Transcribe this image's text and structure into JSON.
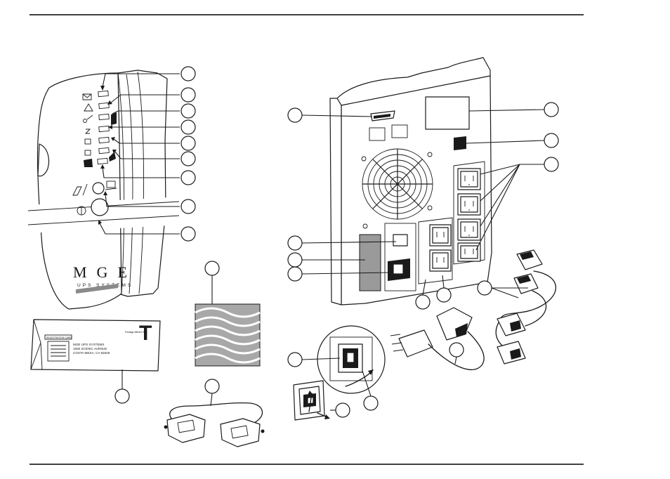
{
  "front_panel": {
    "brand": "MGE",
    "brand_subtitle": "UPS SYSTEMS"
  },
  "registration_card": {
    "tab_label": "REGISTRATION CARD",
    "address_line_1": "MGE UPS SYSTEMS",
    "address_line_2": "1660 SCENIC AVENUE",
    "address_line_3": "COSTA MESA, CA 92626",
    "postage_note": "Postage Affixed Here",
    "big_letter": "T"
  },
  "colors": {
    "ink": "#1a1a1a",
    "brand_stripe": "#8a8a8a",
    "panel_gray": "#9a9a9a",
    "background": "#ffffff"
  }
}
